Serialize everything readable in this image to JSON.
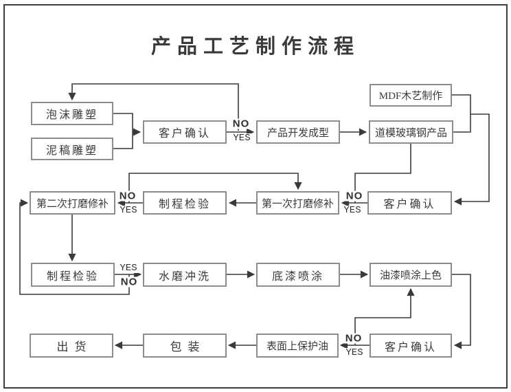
{
  "title": "产品工艺制作流程",
  "nodes": {
    "foam": "泡沫雕塑",
    "clay": "泥稿雕塑",
    "confirm1": "客户确认",
    "develop": "产品开发成型",
    "mdf": "MDF木艺制作",
    "fiberglass": "道模玻璃钢产品",
    "sanding2": "第二次打磨修补",
    "inspect1": "制程检验",
    "sanding1": "第一次打磨修补",
    "confirm2": "客户确认",
    "inspect2": "制程检验",
    "rinse": "水磨冲洗",
    "primer": "底漆喷涂",
    "paint": "油漆喷涂上色",
    "ship": "出货",
    "pack": "包装",
    "protect": "表面上保护油",
    "confirm3": "客户确认"
  },
  "decision_labels": {
    "no": "NO",
    "yes": "YES"
  },
  "colors": {
    "background": "#ffffff",
    "page_border": "#3c3c3c",
    "box_border": "#8c8c8c",
    "line": "#3a3a3a",
    "text": "#3a3a3a"
  }
}
